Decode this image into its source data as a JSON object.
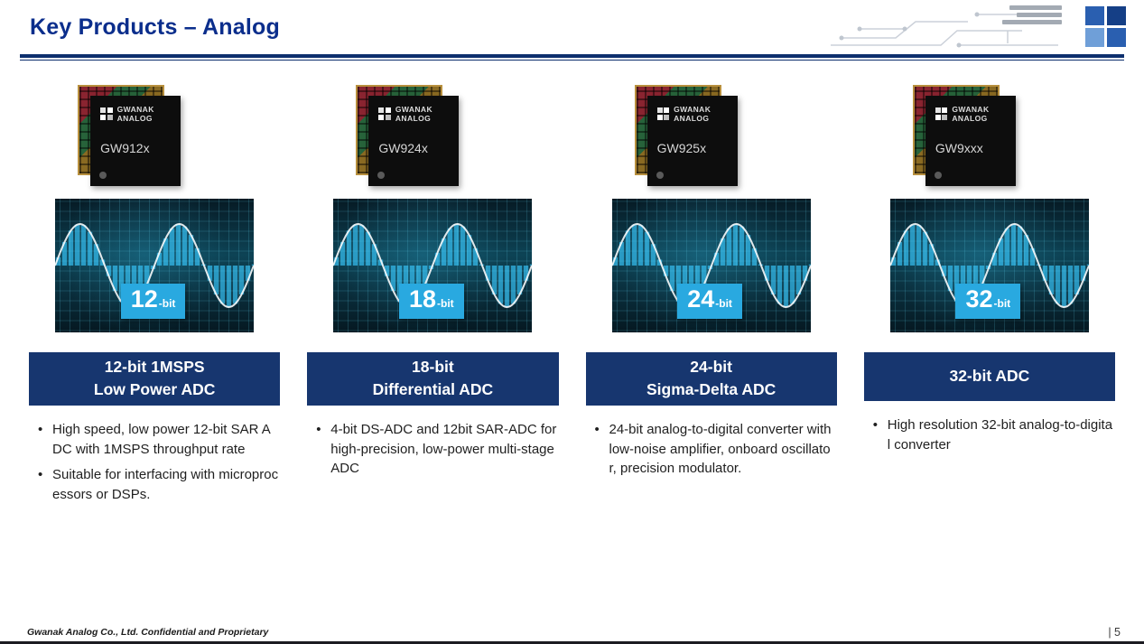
{
  "slide": {
    "title": "Key Products – Analog",
    "footer": "Gwanak Analog Co., Ltd. Confidential and Proprietary",
    "page_number": "| 5"
  },
  "chip_logo": {
    "line1": "GWANAK",
    "line2": "ANALOG"
  },
  "colors": {
    "title_blue": "#0b2e8c",
    "rule_navy": "#0d2f6e",
    "accent_navy": "#17366f",
    "label_cyan": "#29a9e0"
  },
  "products": [
    {
      "part_number": "GW912x",
      "bit_value": "12",
      "bit_suffix": "-bit",
      "title_line1": "12-bit 1MSPS",
      "title_line2": "Low Power ADC",
      "bullets": [
        "High speed, low power 12-bit SAR ADC with 1MSPS throughput rate",
        "Suitable for interfacing with microprocessors or DSPs."
      ]
    },
    {
      "part_number": "GW924x",
      "bit_value": "18",
      "bit_suffix": "-bit",
      "title_line1": "18-bit",
      "title_line2": "Differential ADC",
      "bullets": [
        "4-bit DS-ADC and 12bit SAR-ADC for high-precision, low-power multi-stage ADC"
      ]
    },
    {
      "part_number": "GW925x",
      "bit_value": "24",
      "bit_suffix": "-bit",
      "title_line1": "24-bit",
      "title_line2": "Sigma-Delta ADC",
      "bullets": [
        "24-bit analog-to-digital converter with low-noise amplifier, onboard oscillator, precision modulator."
      ]
    },
    {
      "part_number": "GW9xxx",
      "bit_value": "32",
      "bit_suffix": "-bit",
      "title_line1": "32-bit ADC",
      "title_line2": "",
      "bullets": [
        "High resolution 32-bit analog-to-digital converter"
      ]
    }
  ]
}
